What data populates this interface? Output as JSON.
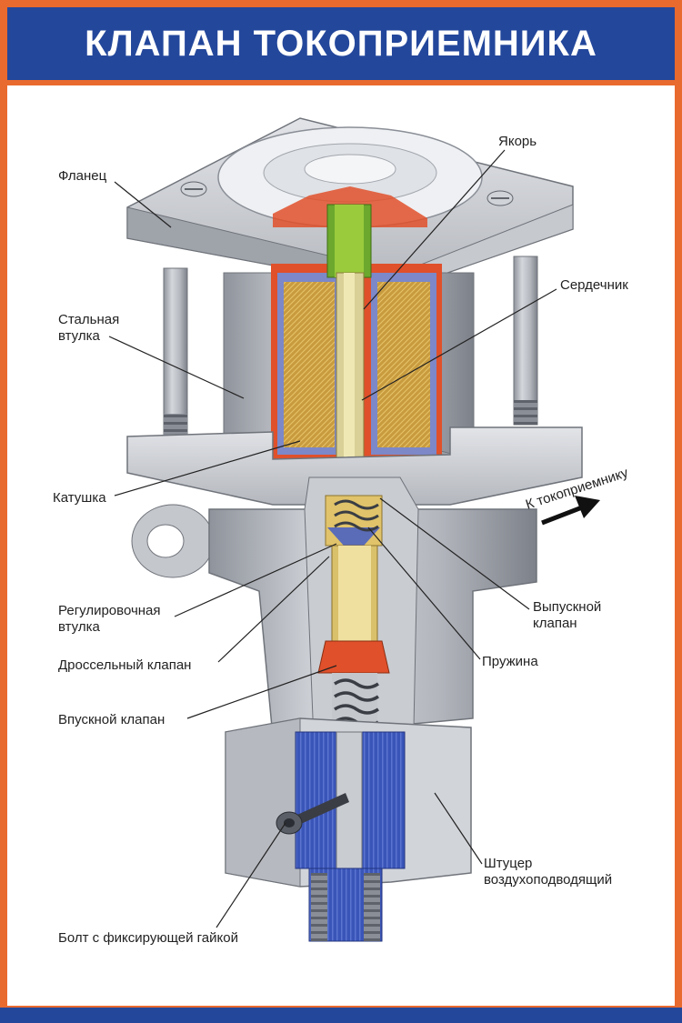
{
  "header": {
    "title": "КЛАПАН ТОКОПРИЕМНИКА"
  },
  "labels": {
    "flange": "Фланец",
    "armature": "Якорь",
    "core": "Сердечник",
    "steel_sleeve_l1": "Стальная",
    "steel_sleeve_l2": "втулка",
    "coil": "Катушка",
    "to_pantograph": "К токоприемнику",
    "adjusting_sleeve_l1": "Регулировочная",
    "adjusting_sleeve_l2": "втулка",
    "outlet_valve_l1": "Выпускной",
    "outlet_valve_l2": "клапан",
    "throttle_valve": "Дроссельный клапан",
    "spring": "Пружина",
    "inlet_valve": "Впускной клапан",
    "fitting_l1": "Штуцер",
    "fitting_l2": "воздухоподводящий",
    "bolt": "Болт с фиксирующей гайкой"
  },
  "colors": {
    "frame_orange": "#e96a2e",
    "header_blue": "#23479b",
    "steel": "#b9bcc2",
    "steel_dark": "#8a8e96",
    "coil_gold": "#c9a24a",
    "core_green": "#9acb3c",
    "brass": "#d8c27a",
    "gasket_red": "#e0502a",
    "fitting_blue": "#3a55b8"
  }
}
